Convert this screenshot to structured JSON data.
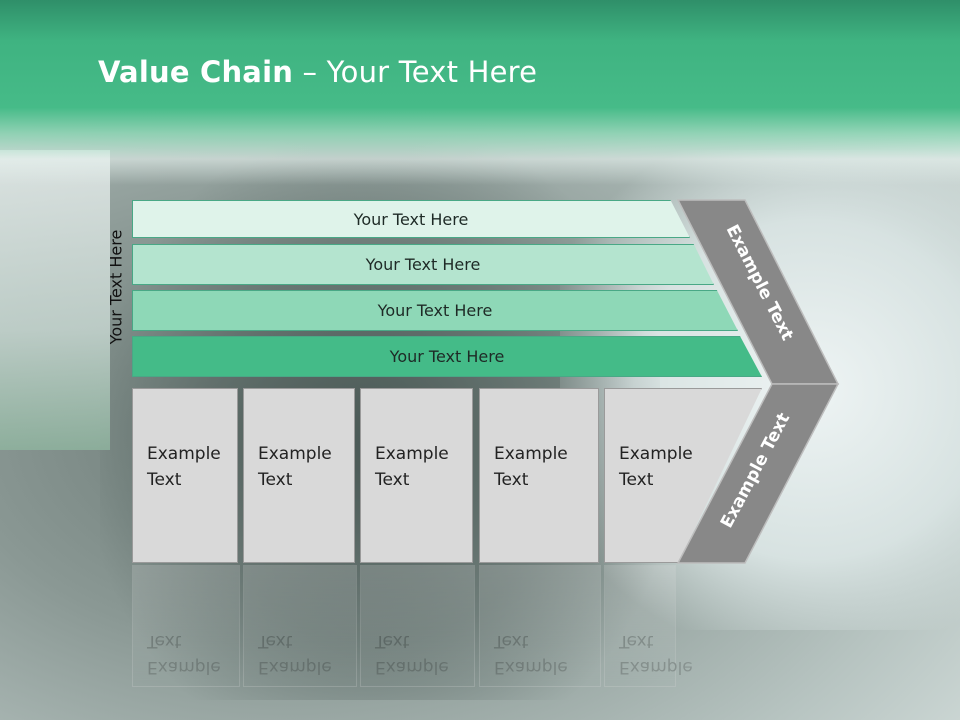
{
  "slide": {
    "title_bold": "Value Chain",
    "title_rest": " – Your Text Here",
    "side_label": "Your Text Here"
  },
  "bands": [
    {
      "label": "Your Text Here"
    },
    {
      "label": "Your Text Here"
    },
    {
      "label": "Your Text Here"
    },
    {
      "label": "Your Text Here"
    }
  ],
  "boxes": [
    {
      "line1": "Example",
      "line2": "Text"
    },
    {
      "line1": "Example",
      "line2": "Text"
    },
    {
      "line1": "Example",
      "line2": "Text"
    },
    {
      "line1": "Example",
      "line2": "Text"
    },
    {
      "line1": "Example",
      "line2": "Text"
    }
  ],
  "chevron": {
    "upper_label": "Example Text",
    "lower_label": "Example Text"
  },
  "colors": {
    "accent": "#44bb88",
    "chevron": "#8a8a8a"
  }
}
